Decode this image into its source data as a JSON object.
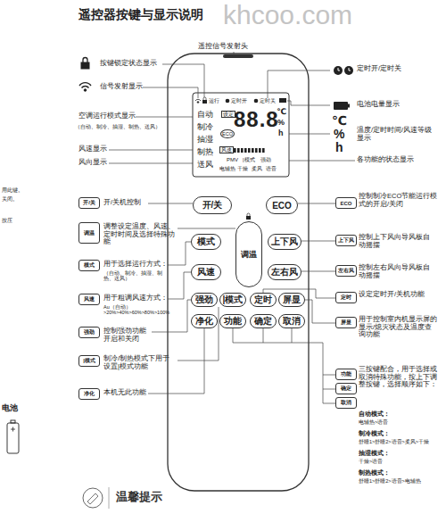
{
  "diagram": {
    "title": "遥控器按键与显示说明",
    "nodes": [
      {
        "text": [
          "开/关"
        ]
      },
      {
        "text": [
          "ECO"
        ]
      },
      {
        "text": [
          "模式"
        ]
      },
      {
        "text": [
          "调温"
        ]
      },
      {
        "text": [
          "上下风"
        ]
      },
      {
        "text": [
          "风速"
        ]
      },
      {
        "text": [
          "左右风"
        ]
      },
      {
        "text": [
          "强劲"
        ]
      },
      {
        "text": [
          "|模式"
        ]
      },
      {
        "text": [
          "定时"
        ]
      },
      {
        "text": [
          "屏显"
        ]
      },
      {
        "text": [
          "净化"
        ]
      },
      {
        "text": [
          "功能"
        ]
      },
      {
        "text": [
          "确定"
        ]
      },
      {
        "text": [
          "取消"
        ]
      },
      {
        "text": [
          "开/关"
        ]
      },
      {
        "text": [
          "调温"
        ]
      },
      {
        "text": [
          "模式"
        ]
      },
      {
        "text": [
          "风速"
        ]
      },
      {
        "text": [
          "强劲"
        ]
      },
      {
        "text": [
          "|模式"
        ]
      },
      {
        "text": [
          "净化"
        ]
      },
      {
        "text": [
          "ECO"
        ]
      },
      {
        "text": [
          "上下风"
        ]
      },
      {
        "text": [
          "左右风"
        ]
      },
      {
        "text": [
          "定时"
        ]
      },
      {
        "text": [
          "屏显"
        ]
      },
      {
        "text": [
          "功能"
        ]
      },
      {
        "text": [
          "确定"
        ]
      },
      {
        "text": [
          "取消"
        ]
      }
    ],
    "labels": [
      "khcoo.com",
      "遥控信号发射头",
      "按键锁定状态显示",
      "信号发射显示",
      "空调运行模式显示",
      "（自动、制冷、抽湿、制热、送风）",
      "风速显示",
      "风向显示",
      "定时开/定时关",
      "电池电量显示",
      "℃",
      "%",
      "h",
      "温度/定时时间/风速等级显示",
      "各功能的状态显示",
      "运行",
      "定时开",
      "定时关",
      "自动",
      "制冷",
      "抽湿",
      "制热",
      "送风",
      "设定",
      "ECO",
      "88.8",
      "℃",
      "%",
      "h",
      "风速",
      "PMV",
      "|模式",
      "强劲",
      "电辅热",
      "干燥",
      "柔风",
      "语音",
      "开/关机控制",
      "调整设定温度、风速、定时时间及选择特殊功能",
      "用于选择运行方式：",
      "（自动、制冷、抽湿、制热、送风）",
      "用于粗调风速方式：",
      "Au（自动）>20%>40%>60%>80%>100%",
      "控制强劲功能开启和关闭",
      "制冷/制热模式下用于设置|模式功能",
      "本机无此功能",
      "控制制冷ECO节能运行模式的开启/关闭",
      "控制上下风向导风板自动摇摆",
      "控制左右风向导风板自动摇摆",
      "设定定时开/关机功能",
      "用于控制室内机显示屏的显示/熄灭状态及温度查询功能",
      "三按键配合，用于选择或取消特殊功能，按上下调整按键，选择顺序如下：",
      "自动模式：",
      "电辅热>语音",
      "制冷模式：",
      "舒睡1>舒睡2>语音>柔风>干燥",
      "抽湿模式：",
      "干燥>语音",
      "制热模式：",
      "舒睡1>舒睡2>语音>电辅热",
      "温馨提示",
      "用此键。",
      "关闭。",
      "按压",
      "电池"
    ]
  }
}
